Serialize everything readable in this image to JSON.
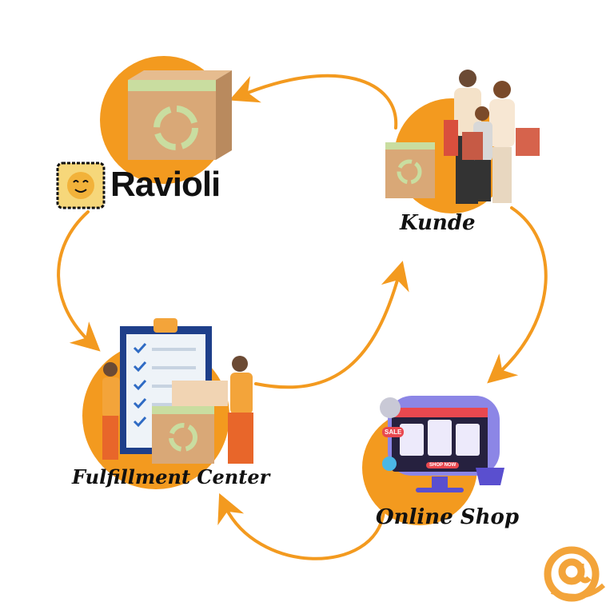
{
  "brand": {
    "name": "Ravioli",
    "logo_icon": "ravioli-smile-icon"
  },
  "nodes": [
    {
      "id": "kunde",
      "label": "Kunde"
    },
    {
      "id": "fulfillment",
      "label": "Fulfillment Center"
    },
    {
      "id": "shop",
      "label": "Online Shop"
    }
  ],
  "shop_screen": {
    "sale_badge": "SALE",
    "button": "SHOP NOW"
  },
  "colors": {
    "accent": "#F39A1F",
    "box": "#D9A877",
    "leaf": "#C9DDA0",
    "text": "#111111"
  },
  "corner_logo": "at-sign-arrow-icon"
}
